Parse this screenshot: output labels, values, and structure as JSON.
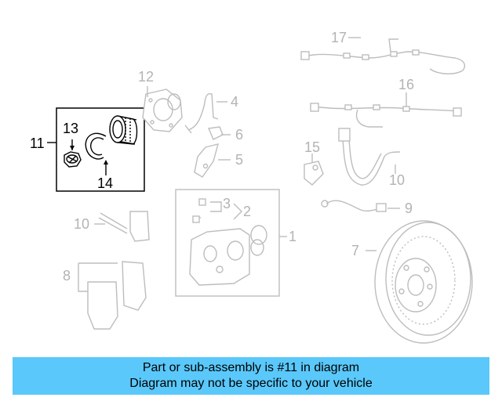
{
  "callouts": {
    "c1": "1",
    "c2": "2",
    "c3": "3",
    "c4": "4",
    "c5": "5",
    "c6": "6",
    "c7": "7",
    "c8": "8",
    "c9": "9",
    "c10a": "10",
    "c10b": "10",
    "c11": "11",
    "c12": "12",
    "c13": "13",
    "c14": "14",
    "c15": "15",
    "c16": "16",
    "c17": "17"
  },
  "caption": {
    "line1": "Part or sub-assembly is #11 in diagram",
    "line2": "Diagram may not be specific to your vehicle"
  },
  "colors": {
    "highlight_bar": "#5ac8fa",
    "highlighted_part": "#000000",
    "other_parts": "#bdbdbd"
  }
}
